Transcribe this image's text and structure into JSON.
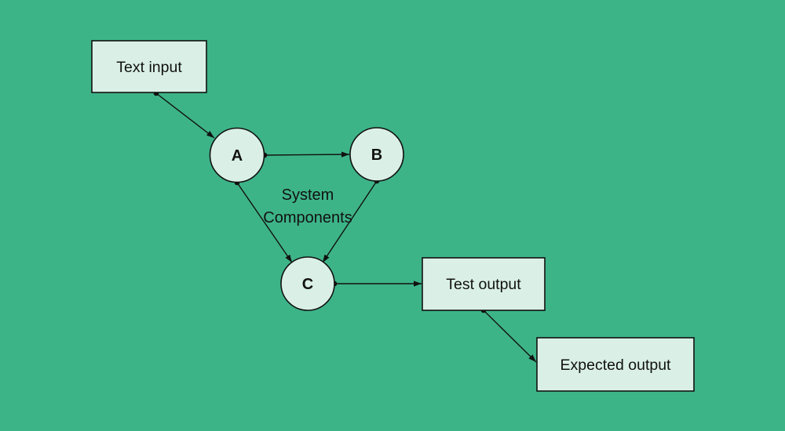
{
  "canvas": {
    "background_color": "#3db488"
  },
  "palette": {
    "node_fill": "#daf0e7",
    "line_color": "#111111",
    "text_color": "#111111"
  },
  "nodes": {
    "text_input": {
      "label": "Text input",
      "type": "box"
    },
    "a": {
      "label": "A",
      "type": "circle"
    },
    "b": {
      "label": "B",
      "type": "circle"
    },
    "c": {
      "label": "C",
      "type": "circle"
    },
    "test_output": {
      "label": "Test output",
      "type": "box"
    },
    "expected_output": {
      "label": "Expected output",
      "type": "box"
    }
  },
  "annotation": {
    "line1": "System",
    "line2": "Components"
  },
  "edges": [
    {
      "from": "Text input",
      "to": "A"
    },
    {
      "from": "A",
      "to": "B"
    },
    {
      "from": "A",
      "to": "C"
    },
    {
      "from": "B",
      "to": "C"
    },
    {
      "from": "C",
      "to": "Test output"
    },
    {
      "from": "Test output",
      "to": "Expected output"
    }
  ]
}
